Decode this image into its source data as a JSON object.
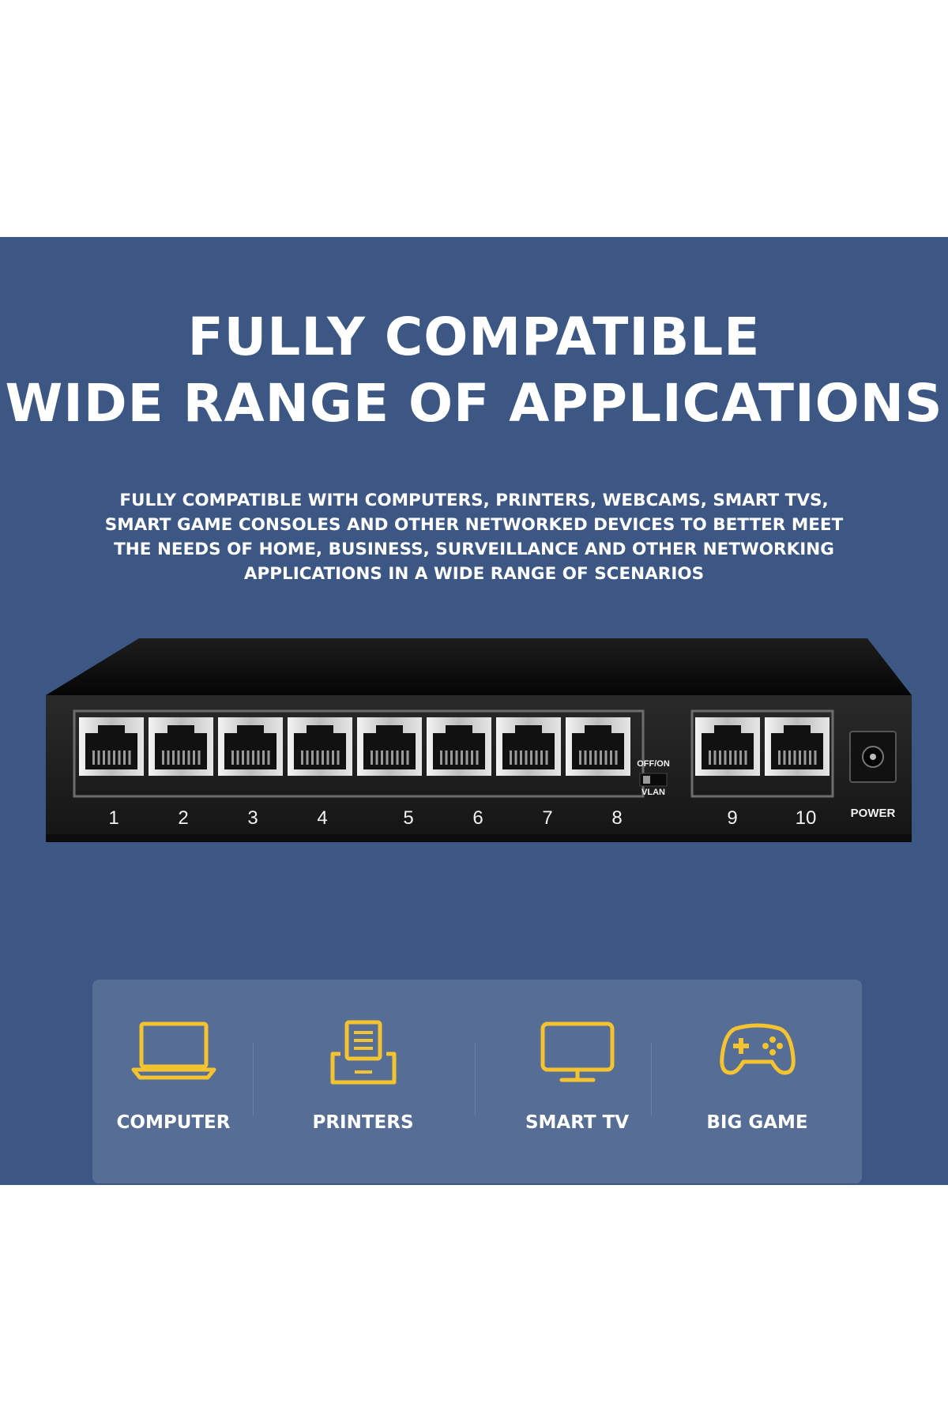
{
  "headline": {
    "line1": "FULLY COMPATIBLE",
    "line2": "WIDE RANGE OF APPLICATIONS"
  },
  "description": "FULLY COMPATIBLE WITH COMPUTERS, PRINTERS, WEBCAMS, SMART TVS, SMART GAME CONSOLES AND OTHER NETWORKED DEVICES TO BETTER MEET THE NEEDS OF HOME, BUSINESS, SURVEILLANCE AND OTHER NETWORKING APPLICATIONS IN A WIDE RANGE OF SCENARIOS",
  "device": {
    "ports": [
      "1",
      "2",
      "3",
      "4",
      "5",
      "6",
      "7",
      "8",
      "9",
      "10"
    ],
    "switch_label_top": "OFF/ON",
    "switch_label_bottom": "VLAN",
    "power_label": "POWER"
  },
  "applications": [
    {
      "label": "COMPUTER",
      "icon": "laptop-icon"
    },
    {
      "label": "PRINTERS",
      "icon": "printer-icon"
    },
    {
      "label": "SMART TV",
      "icon": "monitor-icon"
    },
    {
      "label": "BIG GAME",
      "icon": "gamepad-icon"
    }
  ],
  "colors": {
    "banner": "#3d5784",
    "panel": "#566d96",
    "icon_accent": "#f4c430",
    "text": "#ffffff"
  }
}
